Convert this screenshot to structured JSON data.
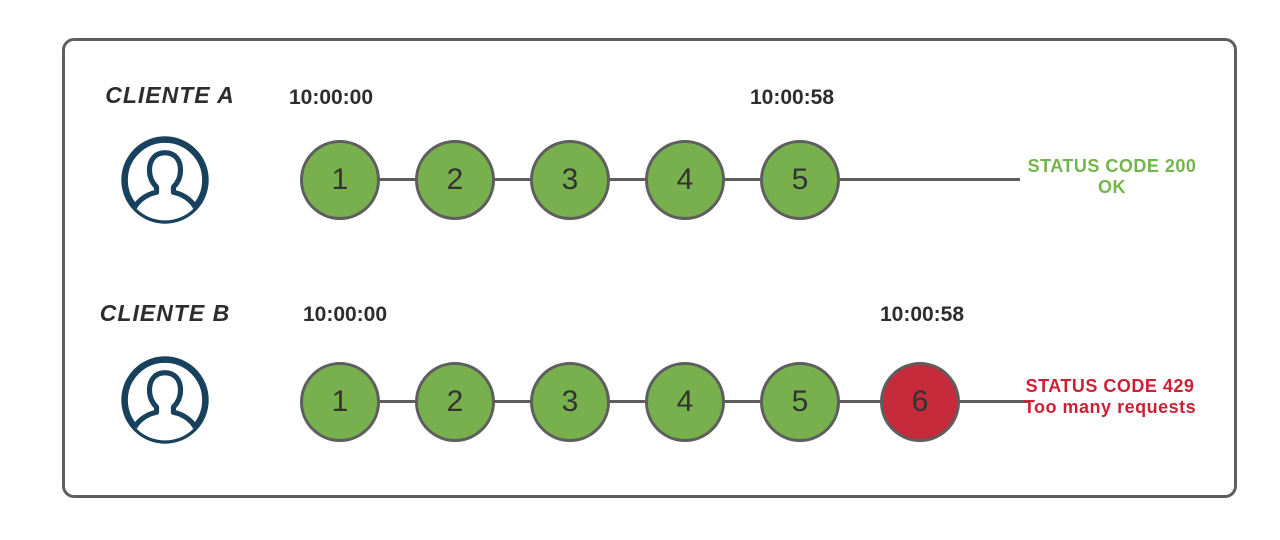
{
  "colors": {
    "ok": "#77b04d",
    "limited": "#c52b3b",
    "ok_text": "#72b549",
    "limited_text": "#cb2136",
    "stroke": "#5e5e5e",
    "icon": "#17415c",
    "text_dark": "#2d2d2d"
  },
  "rows": [
    {
      "client_label": "CLIENTE A",
      "start_time": "10:00:00",
      "end_time": "10:00:58",
      "requests": [
        {
          "label": "1",
          "state": "ok"
        },
        {
          "label": "2",
          "state": "ok"
        },
        {
          "label": "3",
          "state": "ok"
        },
        {
          "label": "4",
          "state": "ok"
        },
        {
          "label": "5",
          "state": "ok"
        }
      ],
      "status_line1": "STATUS CODE 200",
      "status_line2": "OK"
    },
    {
      "client_label": "CLIENTE B",
      "start_time": "10:00:00",
      "end_time": "10:00:58",
      "requests": [
        {
          "label": "1",
          "state": "ok"
        },
        {
          "label": "2",
          "state": "ok"
        },
        {
          "label": "3",
          "state": "ok"
        },
        {
          "label": "4",
          "state": "ok"
        },
        {
          "label": "5",
          "state": "ok"
        },
        {
          "label": "6",
          "state": "limited"
        }
      ],
      "status_line1": "STATUS CODE 429",
      "status_line2": "Too many requests"
    }
  ]
}
